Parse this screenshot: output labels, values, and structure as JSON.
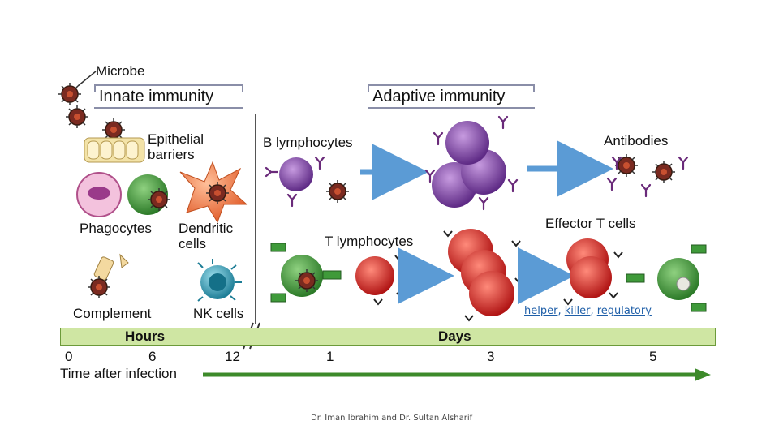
{
  "microbe_label": "Microbe",
  "innate_header": "Innate immunity",
  "adaptive_header": "Adaptive immunity",
  "innate": {
    "epithelial": "Epithelial barriers",
    "phagocytes": "Phagocytes",
    "dendritic": "Dendritic cells",
    "complement": "Complement",
    "nk": "NK cells"
  },
  "adaptive": {
    "b_lymphocytes": "B lymphocytes",
    "antibodies": "Antibodies",
    "t_lymphocytes": "T lymphocytes",
    "effector_t": "Effector T cells"
  },
  "roles": {
    "helper": "helper",
    "killer": "killer",
    "regulatory": "regulatory"
  },
  "timeline": {
    "hours_label": "Hours",
    "days_label": "Days",
    "ticks": [
      "0",
      "6",
      "12",
      "1",
      "3",
      "5"
    ],
    "axis_label": "Time after infection"
  },
  "footer": "Dr. Iman Ibrahim and Dr. Sultan Alsharif",
  "colors": {
    "b_cell": "#7b3aa0",
    "t_cell": "#d92b2b",
    "phagocyte": "#3f9a3a",
    "dendritic": "#f07a4a",
    "nk_cell": "#2c9fb8",
    "arrow": "#5b9bd5",
    "timebar": "#cfe6a3",
    "timeline_arrow": "#3d8a2a"
  }
}
